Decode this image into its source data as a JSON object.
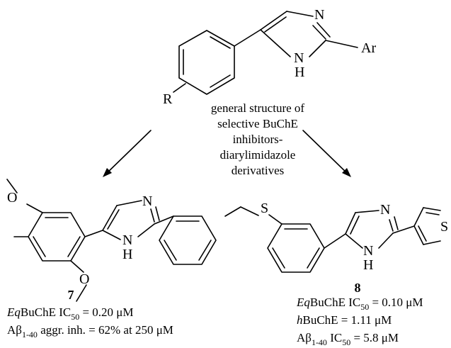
{
  "atoms": {
    "N": "N",
    "NH_N": "N",
    "NH_H": "H",
    "Ar": "Ar",
    "R": "R",
    "O": "O",
    "S": "S"
  },
  "caption": {
    "lines": [
      "general structure of",
      "selective BuChE",
      "inhibitors-",
      "diarylimidazole",
      "derivatives"
    ]
  },
  "compound7": {
    "number": "7",
    "line1_prefix": "Eq",
    "line1_mid": "BuChE IC",
    "line1_sub": "50",
    "line1_suffix": " = 0.20 μM",
    "line2_prefix": "Aβ",
    "line2_sub": "1-40",
    "line2_suffix": " aggr. inh. = 62% at 250 μM"
  },
  "compound8": {
    "number": "8",
    "line1_prefix": "Eq",
    "line1_mid": "BuChE IC",
    "line1_sub": "50",
    "line1_suffix": " = 0.10 μM",
    "line2_prefix": "h",
    "line2_suffix": "BuChE = 1.11 μM",
    "line3_prefix": "Aβ",
    "line3_sub": "1-40",
    "line3_mid": " IC",
    "line3_sub2": "50",
    "line3_suffix": " = 5.8 μM"
  }
}
